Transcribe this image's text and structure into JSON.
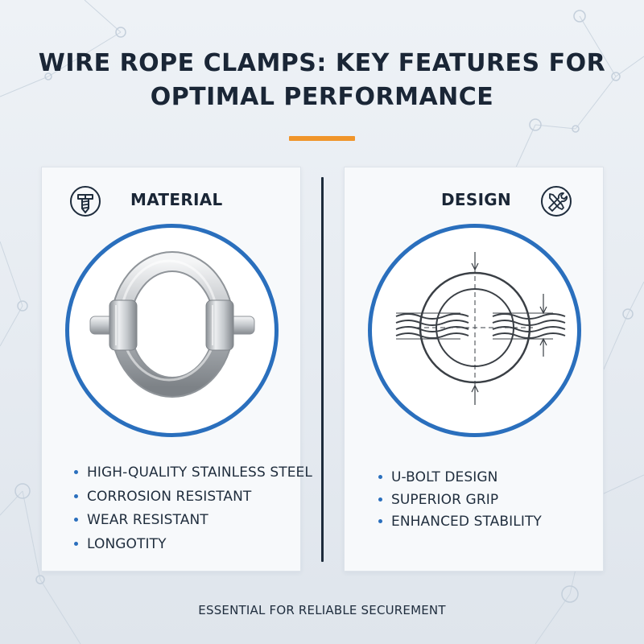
{
  "title_lines": [
    "WIRE ROPE CLAMPS: KEY FEATURES FOR",
    "OPTIMAL PERFORMANCE"
  ],
  "colors": {
    "accent_bar": "#f0952a",
    "circle_border": "#2a6fbd",
    "bullet": "#2a6fbd",
    "heading_text": "#1a2636"
  },
  "panels": [
    {
      "heading": "MATERIAL",
      "icon": "screw-icon",
      "image": "stainless-steel-clamp-photo",
      "features": [
        "HIGH-QUALITY STAINLESS STEEL",
        "CORROSION RESISTANT",
        "WEAR RESISTANT",
        "LONGOTITY"
      ]
    },
    {
      "heading": "DESIGN",
      "icon": "wrench-screwdriver-icon",
      "image": "u-bolt-technical-drawing",
      "features": [
        "U-BOLT DESIGN",
        "SUPERIOR GRIP",
        "ENHANCED STABILITY"
      ]
    }
  ],
  "footer": "ESSENTIAL FOR RELIABLE SECUREMENT"
}
